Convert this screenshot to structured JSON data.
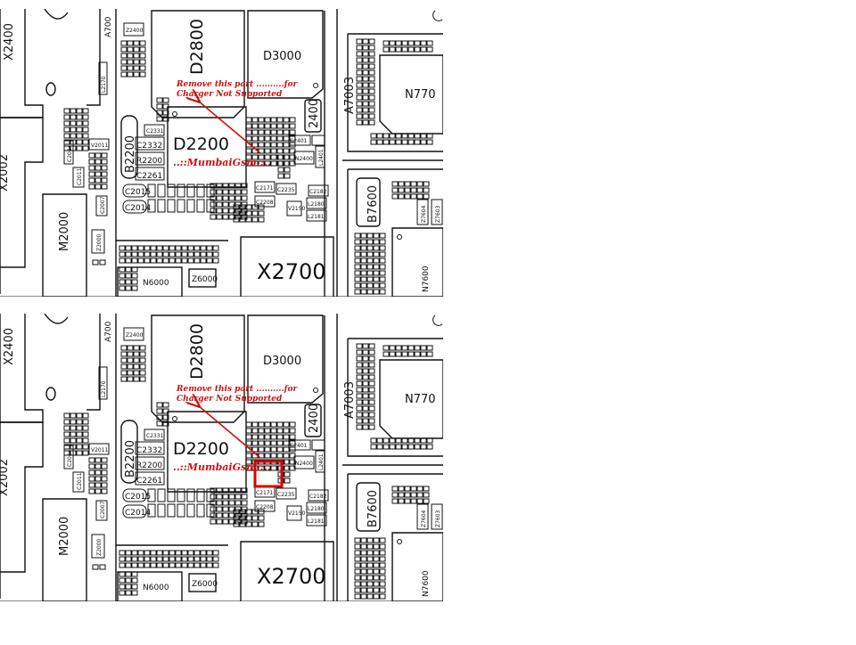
{
  "panels": [
    {
      "id": "before",
      "labels": {
        "x2400": "X2400",
        "x2002": "X2002",
        "m2000": "M2000",
        "a700": "A700",
        "z2400": "Z2400",
        "l2170": "L2170",
        "d2800": "D2800",
        "d3000": "D3000",
        "d2200": "D2200",
        "b2200": "B2200",
        "c2331": "C2331",
        "c2332": "C2332",
        "r2200": "R2200",
        "c2261": "C2261",
        "c2015": "C2015",
        "c2014": "C2014",
        "v2011": "V2011",
        "c2004": "C2004",
        "c2011": "C2011",
        "c2007": "C2007",
        "z2000": "Z2000",
        "n6000": "N6000",
        "z6000": "Z6000",
        "x2700": "X2700",
        "a7003": "A7003",
        "n770": "N770",
        "b7600": "B7600",
        "n7600": "N7600",
        "z7604": "Z7604",
        "z7603": "Z7603",
        "c2400": "2400",
        "c2401": "C2401",
        "n2400": "N2400",
        "l2401": "L2401",
        "c2171": "C2171",
        "c2235": "C2235",
        "c2182": "C2182",
        "l2180": "L2180",
        "l2181": "L2181",
        "c2208": "C2208",
        "v2150": "V2150"
      },
      "note_line1": "Remove this part ..........for",
      "note_line2": "Charger Not Supported",
      "brand": "..::MumbaiGsm::..",
      "highlight": false
    },
    {
      "id": "after",
      "labels": {
        "x2400": "X2400",
        "x2002": "X2002",
        "m2000": "M2000",
        "a700": "A700",
        "z2400": "Z2400",
        "l2170": "L2170",
        "d2800": "D2800",
        "d3000": "D3000",
        "d2200": "D2200",
        "b2200": "B2200",
        "c2331": "C2331",
        "c2332": "C2332",
        "r2200": "R2200",
        "c2261": "C2261",
        "c2015": "C2015",
        "c2014": "C2014",
        "v2011": "V2011",
        "c2004": "C2004",
        "c2011": "C2011",
        "c2007": "C2007",
        "z2000": "Z2000",
        "n6000": "N6000",
        "z6000": "Z6000",
        "x2700": "X2700",
        "a7003": "A7003",
        "n770": "N770",
        "b7600": "B7600",
        "n7600": "N7600",
        "z7604": "Z7604",
        "z7603": "Z7603",
        "c2400": "2400",
        "c2401": "C2401",
        "n2400": "N2400",
        "l2401": "L2401",
        "c2171": "C2171",
        "c2235": "C2235",
        "c2182": "C2182",
        "l2180": "L2180",
        "l2181": "L2181",
        "c2208": "C2208",
        "v2150": "V2150"
      },
      "note_line1": "Remove this part ..........for",
      "note_line2": "Charger Not Supported",
      "brand": "..::MumbaiGsm::..",
      "highlight": true
    }
  ],
  "colors": {
    "ink": "#111111",
    "annotation": "#cc1111",
    "background": "#ffffff"
  }
}
